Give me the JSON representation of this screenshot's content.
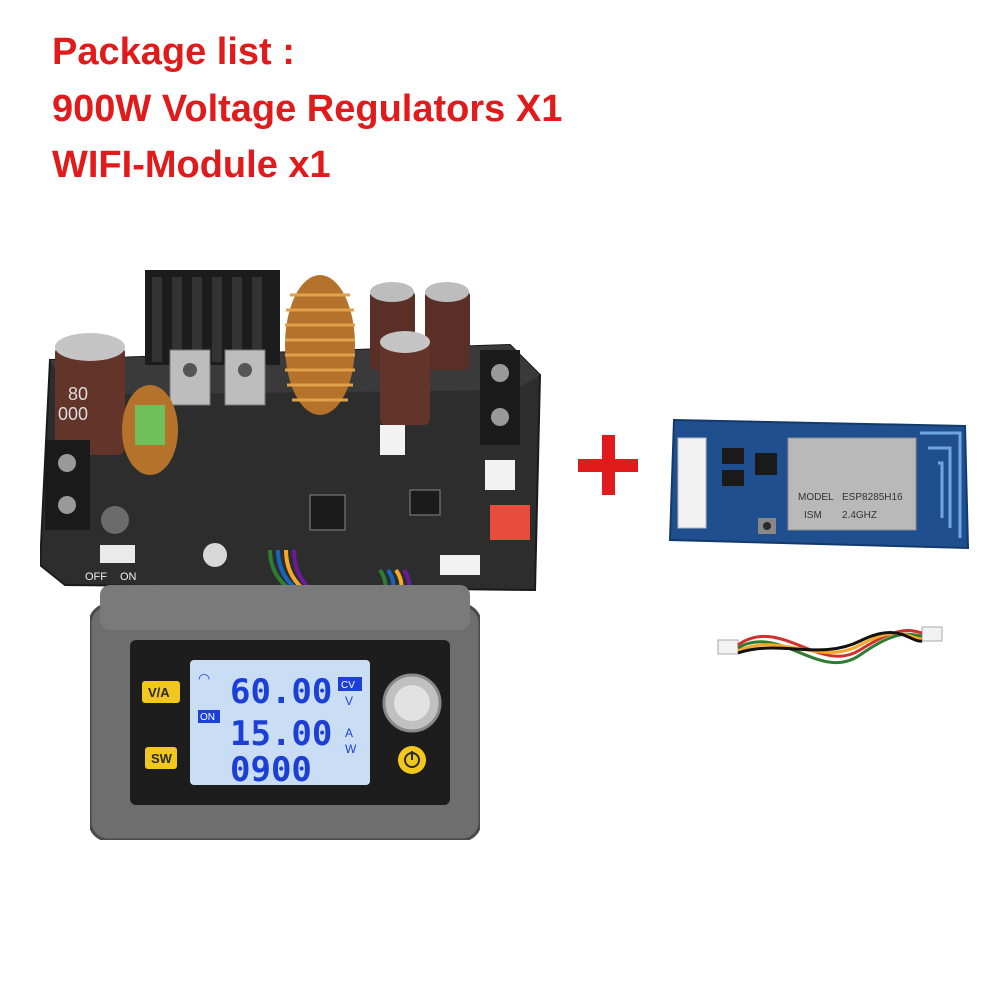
{
  "header": {
    "line1": "Package list :",
    "line2": "900W Voltage Regulators X1",
    "line3": "WIFI-Module x1"
  },
  "display": {
    "voltage": "60.00",
    "current": "15.00",
    "power": "0900",
    "mode_badge": "CV",
    "unit_v": "V",
    "unit_a": "A",
    "unit_w": "W",
    "on_badge": "ON",
    "btn_va": "V/A",
    "btn_sw": "SW",
    "power_symbol": "power-icon"
  },
  "wifi_module": {
    "model_label": "MODEL",
    "model_value": "ESP8285H16",
    "ism_label": "ISM",
    "ism_value": "2.4GHZ"
  },
  "board": {
    "switch_off": "OFF",
    "switch_on": "ON",
    "cap_text1": "80",
    "cap_text2": "000"
  },
  "colors": {
    "header": "#e11b1b",
    "lcd_bg": "#c9def5",
    "lcd_text": "#1c3fd6",
    "button_yellow": "#f3c81c",
    "pcb": "#2b2b2b",
    "wifi_pcb": "#1f4f8f"
  }
}
